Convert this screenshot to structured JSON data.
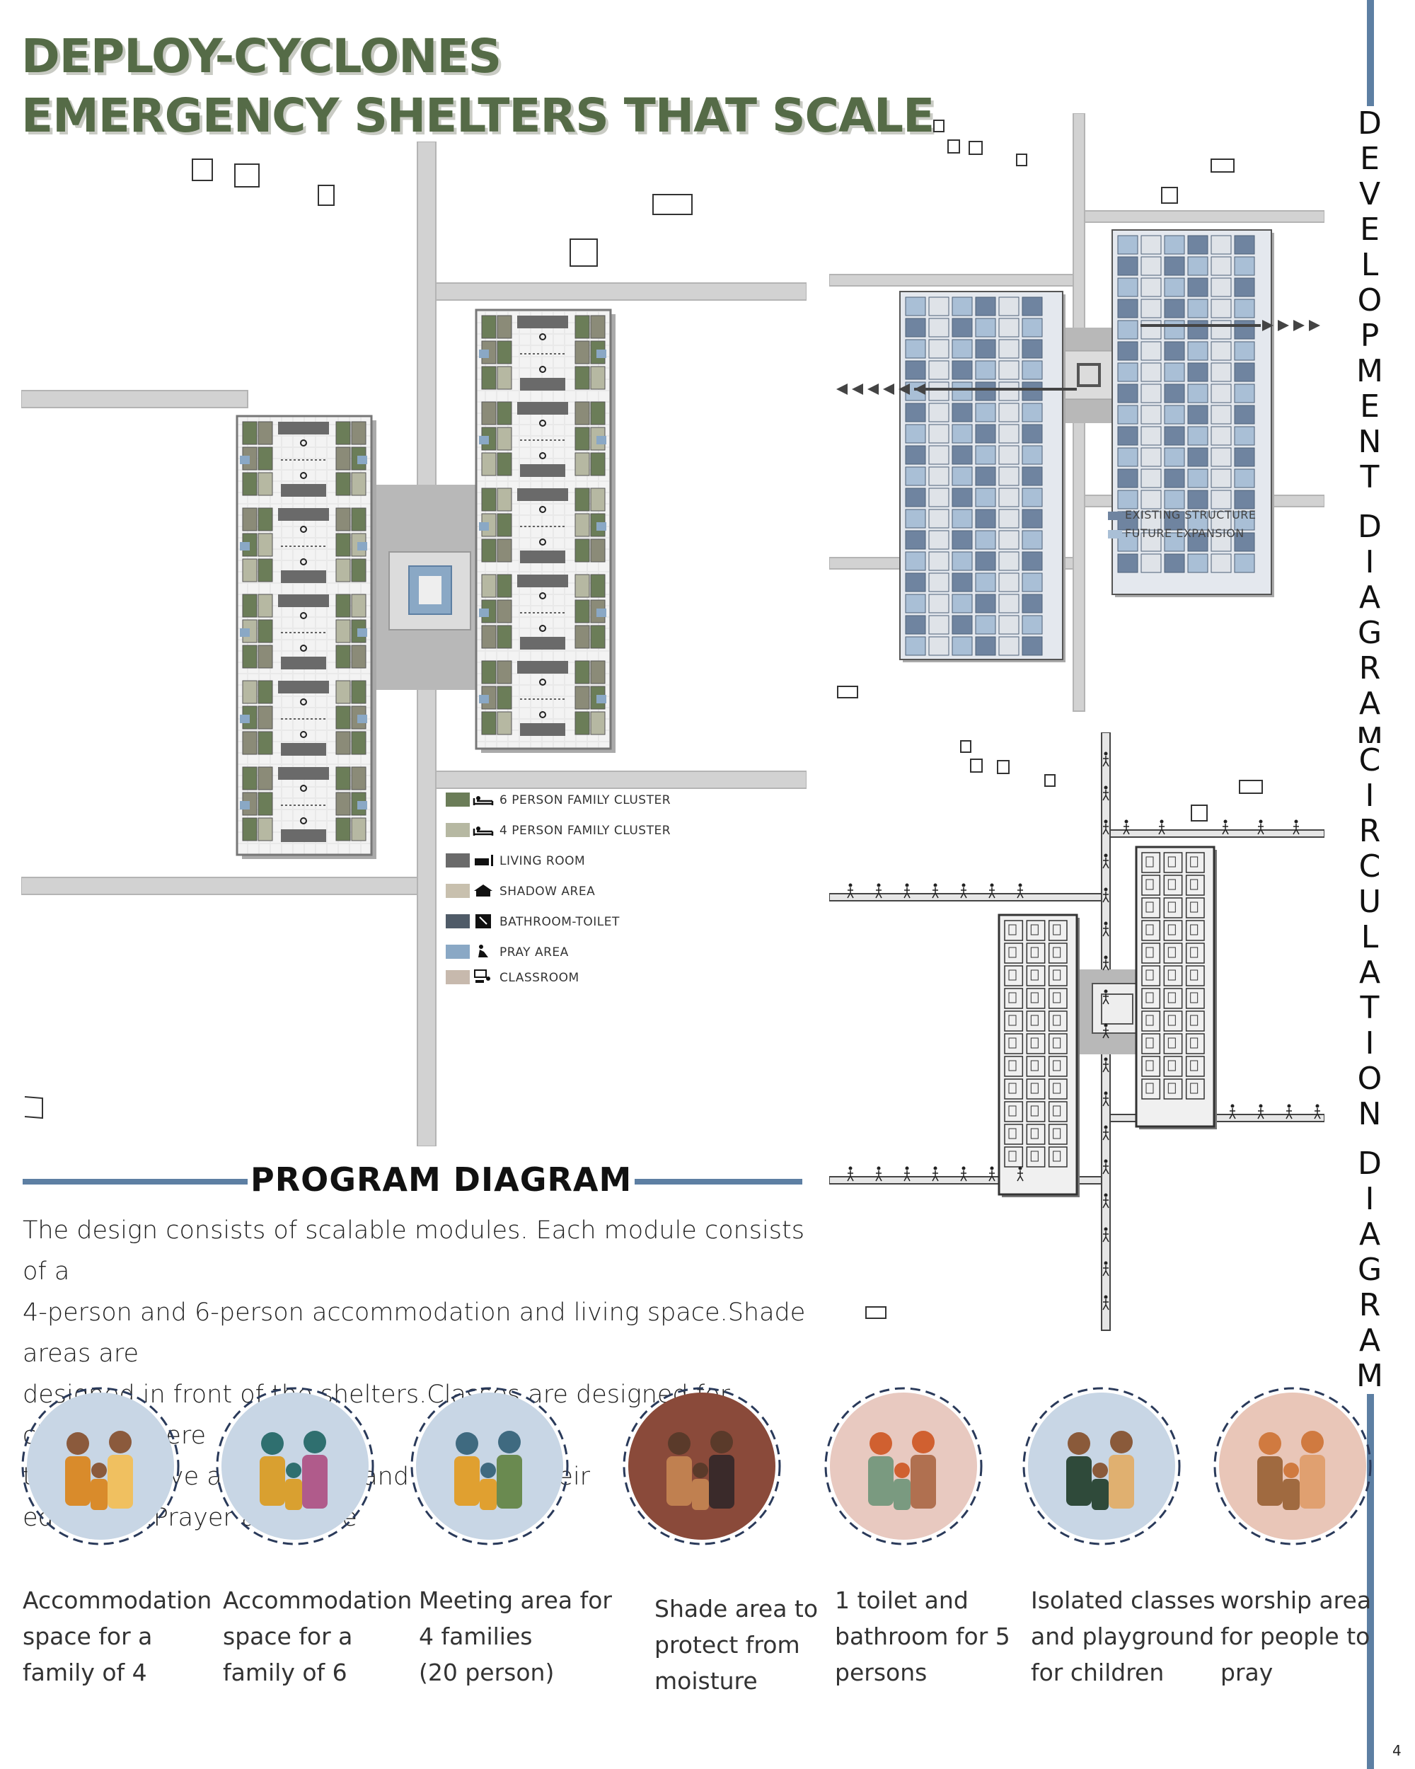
{
  "title": {
    "line1": "DEPLOY-CYCLONES",
    "line2": "EMERGENCY SHELTERS THAT SCALE"
  },
  "side_labels": {
    "development": "DEVELOPMENT DIAGRAM",
    "circulation": "CIRCULATION DIAGRAM"
  },
  "program": {
    "heading": "PROGRAM DIAGRAM",
    "lines": [
      "The design consists of scalable modules. Each module consists of a",
      "4-person and 6-person accommodation and living space.Shade areas are",
      "designed in front of the shelters.Classes are designed for children where",
      "they can have a good time and continue their education.Prayer areas are"
    ]
  },
  "legend": [
    {
      "label": "6 PERSON FAMILY CLUSTER",
      "color": "#6b7d58",
      "icon": "bed-icon"
    },
    {
      "label": "4 PERSON FAMILY CLUSTER",
      "color": "#b6b8a2",
      "icon": "bed-icon"
    },
    {
      "label": "LIVING ROOM",
      "color": "#6a6a6a",
      "icon": "sofa-icon"
    },
    {
      "label": "SHADOW AREA",
      "color": "#c8c0ae",
      "icon": "shelter-icon"
    },
    {
      "label": "BATHROOM-TOILET",
      "color": "#4f5b68",
      "icon": "shower-icon"
    },
    {
      "label": "PRAY AREA",
      "color": "#8aa8c5",
      "icon": "pray-icon"
    },
    {
      "label": "CLASSROOM",
      "color": "#c7b9ad",
      "icon": "classroom-icon"
    }
  ],
  "dev_legend": [
    {
      "label": "EXISTING STRUCTURE",
      "color": "#6f84a0"
    },
    {
      "label": "FUTURE EXPANSION",
      "color": "#a9bfd6"
    }
  ],
  "captions": [
    {
      "lines": [
        "Accommodation",
        "space for a",
        "family of 4"
      ],
      "icon": "family-of-four-icon"
    },
    {
      "lines": [
        "Accommodation",
        "space for a",
        "family of 6"
      ],
      "icon": "family-of-six-icon"
    },
    {
      "lines": [
        "Meeting area for",
        "4 families",
        "(20 person)"
      ],
      "icon": "meeting-group-icon"
    },
    {
      "lines": [
        "Shade area to",
        "protect from",
        "moisture"
      ],
      "icon": "shade-room-icon"
    },
    {
      "lines": [
        "1 toilet and",
        "bathroom for 5",
        "persons"
      ],
      "icon": "bathroom-icon"
    },
    {
      "lines": [
        "Isolated classes",
        "and playground",
        "for children"
      ],
      "icon": "classroom-children-icon"
    },
    {
      "lines": [
        "worship area",
        "for people to",
        "pray"
      ],
      "icon": "worship-icon"
    }
  ],
  "page_number": "4",
  "colors": {
    "accent_blue": "#5d7fa3",
    "title_green": "#556b47",
    "road_gray": "#cfcfcf"
  }
}
